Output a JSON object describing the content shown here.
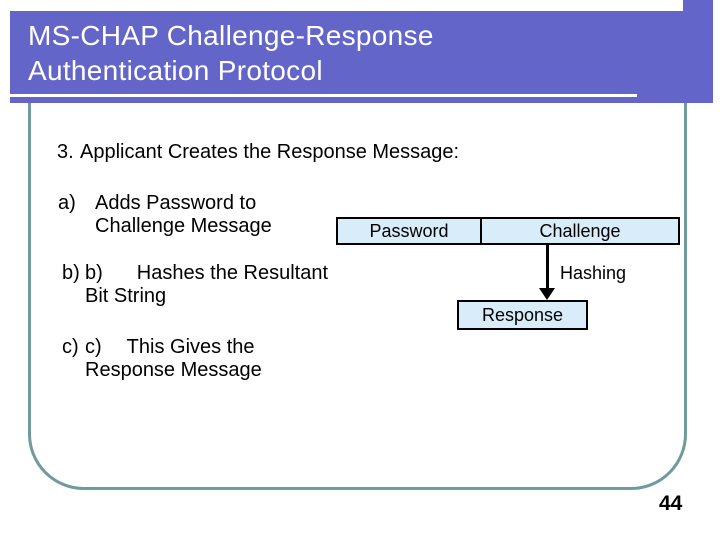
{
  "slide": {
    "title": {
      "line1": "MS-CHAP Challenge-Response",
      "line2": "Authentication Protocol"
    },
    "heading": {
      "marker": "3.",
      "text": "Applicant Creates the Response Message:"
    },
    "items": [
      {
        "marker": "a)",
        "line1": "Adds Password to",
        "line2": "Challenge Message"
      },
      {
        "marker": "b)",
        "inner_marker": "b)",
        "line1": "Hashes the Resultant",
        "line2": "Bit String"
      },
      {
        "marker": "c)",
        "inner_marker": "c)",
        "line1": "This Gives the",
        "line2": "Response Message"
      }
    ],
    "diagram": {
      "password": "Password",
      "challenge": "Challenge",
      "hashing": "Hashing",
      "response": "Response"
    },
    "page_number": "44",
    "colors": {
      "banner": "#6366c8",
      "frame_border": "#709a9c",
      "box_fill": "#d9ecf9",
      "box_border": "#000000",
      "title_text": "#ffffff",
      "body_text": "#000000"
    }
  }
}
